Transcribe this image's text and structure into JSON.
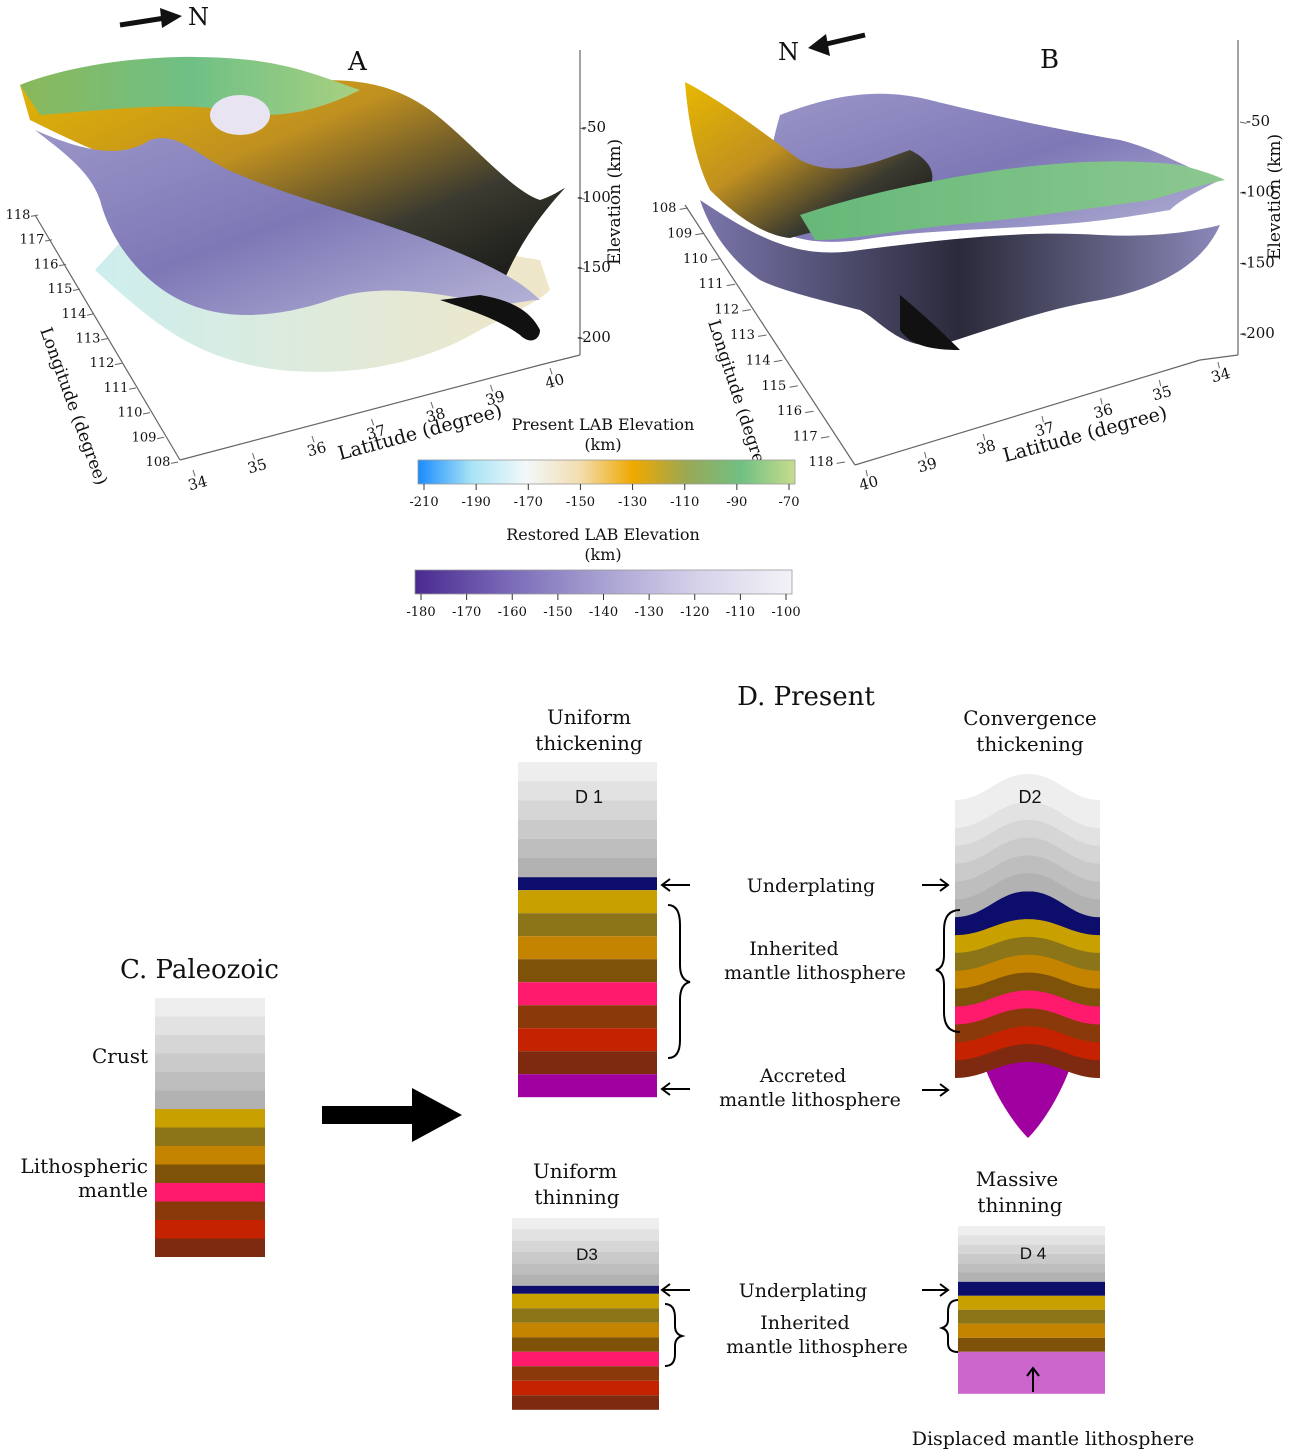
{
  "panel_a": {
    "label": "A",
    "north": "N",
    "elevation_ticks": [
      "-50",
      "-100",
      "-150",
      "-200"
    ],
    "elevation_title": "Elevation (km)",
    "longitude_ticks": [
      "118",
      "117",
      "116",
      "115",
      "114",
      "113",
      "112",
      "111",
      "110",
      "109",
      "108"
    ],
    "longitude_title": "Longitude (degree)",
    "latitude_ticks": [
      "34",
      "35",
      "36",
      "37",
      "38",
      "39",
      "40"
    ],
    "latitude_title": "Latitude (degree)"
  },
  "panel_b": {
    "label": "B",
    "north": "N",
    "elevation_ticks": [
      "-50",
      "-100",
      "-150",
      "-200"
    ],
    "elevation_title": "Elevation (km)",
    "longitude_ticks": [
      "108",
      "109",
      "110",
      "111",
      "112",
      "113",
      "114",
      "115",
      "116",
      "117",
      "118"
    ],
    "longitude_title": "Longitude (degree)",
    "latitude_ticks": [
      "40",
      "39",
      "38",
      "37",
      "36",
      "35",
      "34"
    ],
    "latitude_title": "Latitude (degree)"
  },
  "legend_present": {
    "title_line1": "Present LAB Elevation",
    "title_line2": "(km)",
    "ticks": [
      "-210",
      "-190",
      "-170",
      "-150",
      "-130",
      "-110",
      "-90",
      "-70"
    ],
    "colors": [
      "#1a8cff",
      "#a8e4f5",
      "#f2f8fa",
      "#f2deb0",
      "#f0a800",
      "#9aa855",
      "#70c084",
      "#c7dc8c"
    ]
  },
  "legend_restored": {
    "title_line1": "Restored LAB Elevation",
    "title_line2": "(km)",
    "ticks": [
      "-180",
      "-170",
      "-160",
      "-150",
      "-140",
      "-130",
      "-120",
      "-110",
      "-100"
    ],
    "colors": [
      "#4a2a90",
      "#7a6ab8",
      "#a8a2d2",
      "#d6d2ea",
      "#f4f2f8"
    ]
  },
  "panel_c": {
    "title": "C. Paleozoic",
    "crust_label": "Crust",
    "mantle_label_line1": "Lithospheric",
    "mantle_label_line2": "mantle"
  },
  "panel_d": {
    "title": "D. Present",
    "d1": {
      "title_line1": "Uniform",
      "title_line2": "thickening",
      "tag": "D 1"
    },
    "d2": {
      "title_line1": "Convergence",
      "title_line2": "thickening",
      "tag": "D2"
    },
    "d3": {
      "title_line1": "Uniform",
      "title_line2": "thinning",
      "tag": "D3"
    },
    "d4": {
      "title_line1": "Massive",
      "title_line2": "thinning",
      "tag": "D 4"
    },
    "upper_labels": {
      "underplating": "Underplating",
      "inherited_line1": "Inherited",
      "inherited_line2": "mantle lithosphere",
      "accreted_line1": "Accreted",
      "accreted_line2": "mantle lithosphere"
    },
    "lower_labels": {
      "underplating": "Underplating",
      "inherited_line1": "Inherited",
      "inherited_line2": "mantle lithosphere",
      "displaced": "Displaced mantle lithosphere"
    }
  },
  "colors": {
    "crust": [
      "#eeeeee",
      "#e2e2e2",
      "#d6d6d6",
      "#cacaca",
      "#bebebe",
      "#b2b2b2"
    ],
    "underplating": "#0d0d6b",
    "mantle": [
      "#c8a000",
      "#8c7418",
      "#c48400",
      "#7e5208",
      "#ff1a6e",
      "#8a3a0a",
      "#c42200",
      "#7e2a10"
    ],
    "accreted": "#a000a0",
    "displaced": "#cc66cc"
  }
}
